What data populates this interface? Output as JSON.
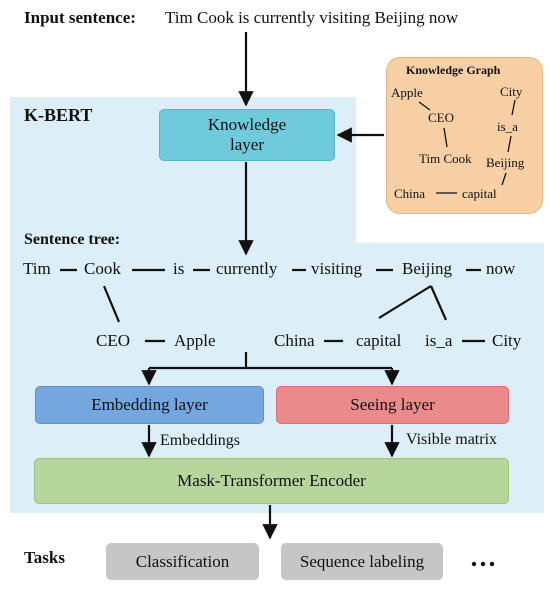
{
  "header": {
    "input_label": "Input sentence:",
    "input_text": "Tim Cook is currently visiting Beijing now"
  },
  "kbert": {
    "title": "K-BERT",
    "knowledge_layer": [
      "Knowledge",
      "layer"
    ],
    "sentence_tree_label": "Sentence tree:",
    "sentence_tokens": [
      "Tim",
      "Cook",
      "is",
      "currently",
      "visiting",
      "Beijing",
      "now"
    ],
    "branch_cook": [
      "CEO",
      "Apple"
    ],
    "branch_beijing_1": [
      "China",
      "capital"
    ],
    "branch_beijing_2": [
      "is_a",
      "City"
    ],
    "embedding_layer": "Embedding layer",
    "seeing_layer": "Seeing layer",
    "embeddings_label": "Embeddings",
    "visible_matrix_label": "Visible matrix",
    "encoder": "Mask-Transformer Encoder"
  },
  "knowledge_graph": {
    "title": "Knowledge Graph",
    "nodes": [
      "Apple",
      "City",
      "CEO",
      "is_a",
      "Tim Cook",
      "Beijing",
      "China",
      "capital"
    ]
  },
  "tasks": {
    "label": "Tasks",
    "items": [
      "Classification",
      "Sequence labeling"
    ],
    "more": "..."
  },
  "colors": {
    "kbert_bg": "#dceef7",
    "knowledge_layer": "#6fcbdc",
    "kg_panel": "#f9cfa5",
    "embedding_layer": "#74a6df",
    "seeing_layer": "#eb8a8a",
    "encoder": "#b7d69b",
    "task_box": "#c6c6c6"
  }
}
